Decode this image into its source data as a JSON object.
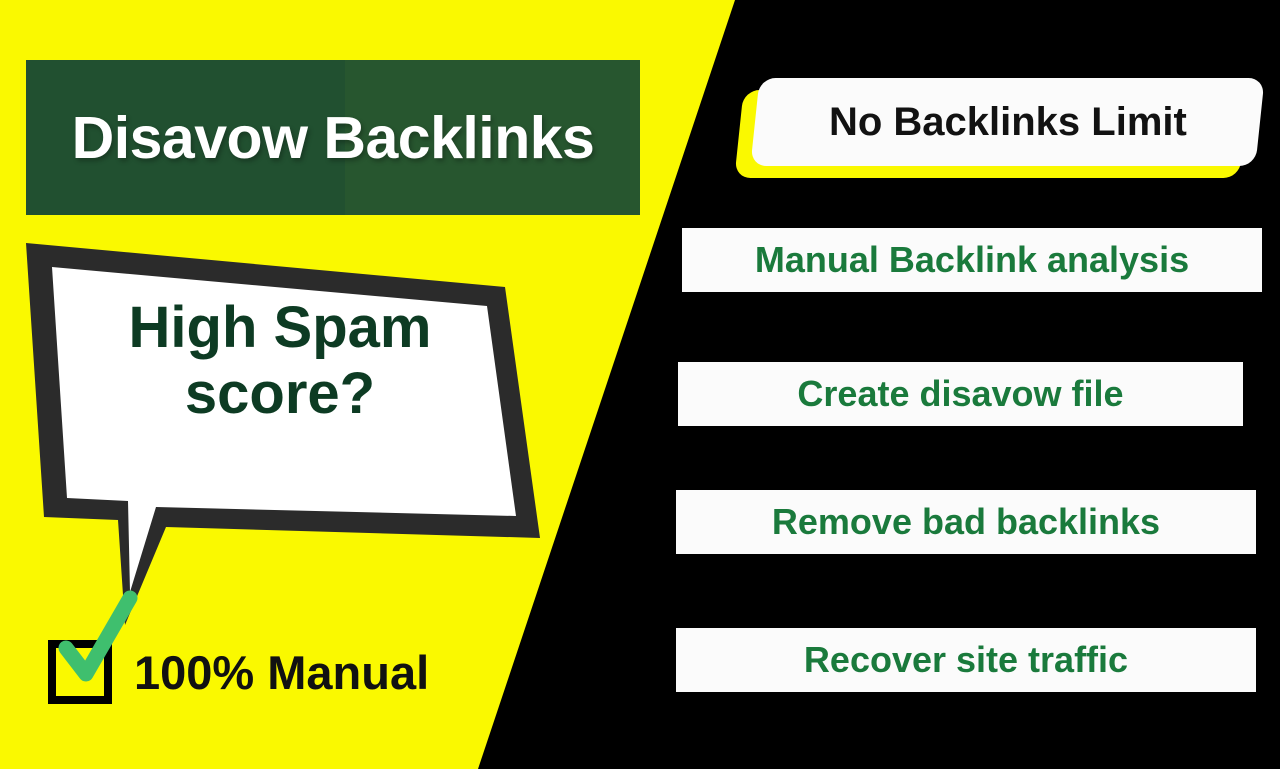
{
  "colors": {
    "yellow": "#FAF900",
    "black": "#000000",
    "dark_green": "#27562F",
    "deep_green_text": "#0D3B23",
    "list_green": "#1A7A3C",
    "white": "#FBFBFB",
    "check_green": "#3FBF6E",
    "bubble_outline": "#2B2B2B"
  },
  "left": {
    "title": "Disavow Backlinks",
    "bubble_line_1": "High Spam",
    "bubble_line_2": "score?",
    "bubble_text": "High Spam score?",
    "checkbox_checked": true,
    "manual_label": "100% Manual"
  },
  "right": {
    "highlight": {
      "label": "No Backlinks Limit"
    },
    "features": [
      {
        "label": "Manual Backlink analysis"
      },
      {
        "label": "Create disavow file"
      },
      {
        "label": "Remove bad backlinks"
      },
      {
        "label": "Recover site traffic"
      }
    ]
  }
}
